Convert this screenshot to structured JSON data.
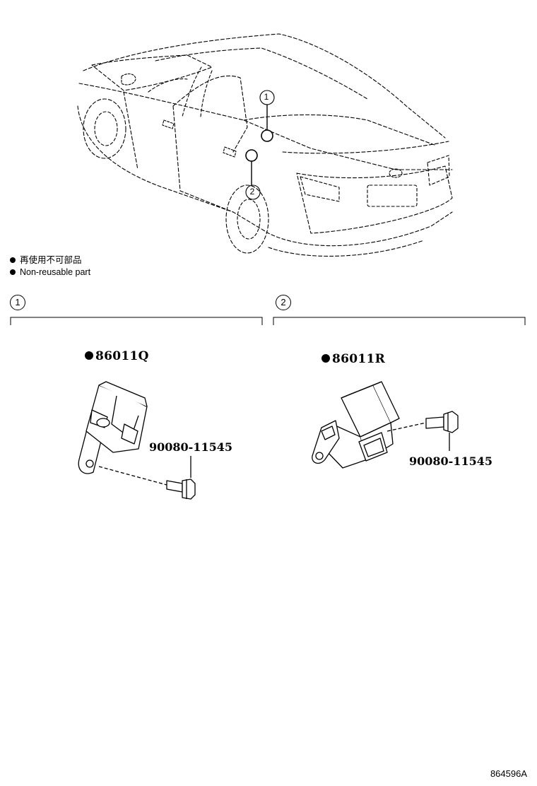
{
  "legend": {
    "japanese": "再使用不可部品",
    "english": "Non-reusable part"
  },
  "car_callouts": [
    "1",
    "2"
  ],
  "sections": [
    {
      "number": "1",
      "part_number": "86011Q",
      "bolt_number": "90080-11545",
      "non_reusable": true
    },
    {
      "number": "2",
      "part_number": "86011R",
      "bolt_number": "90080-11545",
      "non_reusable": true
    }
  ],
  "illustration_id": "864596A"
}
